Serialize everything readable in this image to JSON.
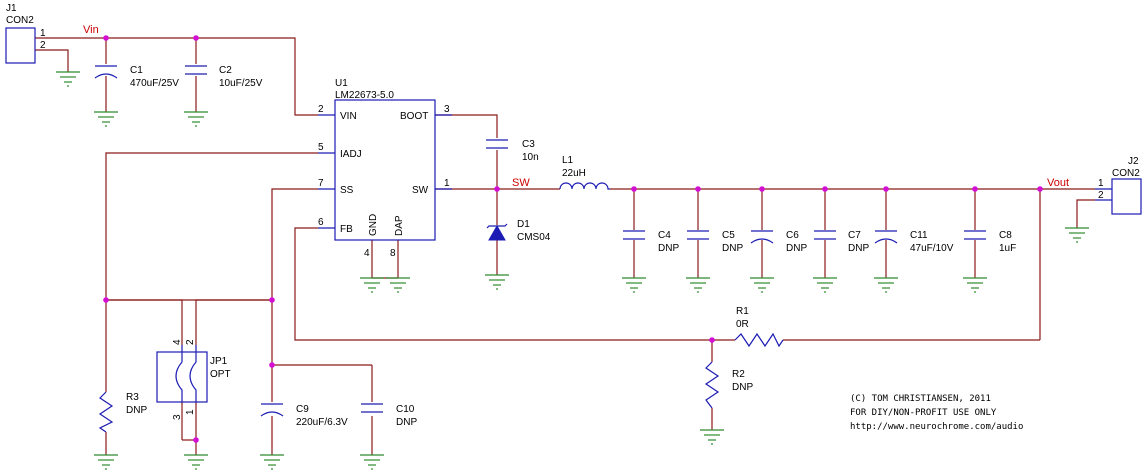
{
  "nets": {
    "vin": "Vin",
    "sw": "SW",
    "vout": "Vout"
  },
  "j1": {
    "ref": "J1",
    "value": "CON2",
    "pin1": "1",
    "pin2": "2"
  },
  "j2": {
    "ref": "J2",
    "value": "CON2",
    "pin1": "1",
    "pin2": "2"
  },
  "u1": {
    "ref": "U1",
    "value": "LM22673-5.0",
    "pins": {
      "vin": "VIN",
      "boot": "BOOT",
      "iadj": "IADJ",
      "ss": "SS",
      "sw": "SW",
      "fb": "FB",
      "gnd": "GND",
      "dap": "DAP"
    },
    "pin_numbers": {
      "vin": "2",
      "boot": "3",
      "iadj": "5",
      "ss": "7",
      "sw": "1",
      "fb": "6",
      "gnd": "4",
      "dap": "8"
    }
  },
  "c1": {
    "ref": "C1",
    "value": "470uF/25V"
  },
  "c2": {
    "ref": "C2",
    "value": "10uF/25V"
  },
  "c3": {
    "ref": "C3",
    "value": "10n"
  },
  "d1": {
    "ref": "D1",
    "value": "CMS04"
  },
  "l1": {
    "ref": "L1",
    "value": "22uH"
  },
  "c4": {
    "ref": "C4",
    "value": "DNP"
  },
  "c5": {
    "ref": "C5",
    "value": "DNP"
  },
  "c6": {
    "ref": "C6",
    "value": "DNP"
  },
  "c7": {
    "ref": "C7",
    "value": "DNP"
  },
  "c11": {
    "ref": "C11",
    "value": "47uF/10V"
  },
  "c8": {
    "ref": "C8",
    "value": "1uF"
  },
  "r1": {
    "ref": "R1",
    "value": "0R"
  },
  "r2": {
    "ref": "R2",
    "value": "DNP"
  },
  "r3": {
    "ref": "R3",
    "value": "DNP"
  },
  "jp1": {
    "ref": "JP1",
    "value": "OPT",
    "pin1": "1",
    "pin2": "2",
    "pin3": "3",
    "pin4": "4"
  },
  "c9": {
    "ref": "C9",
    "value": "220uF/6.3V"
  },
  "c10": {
    "ref": "C10",
    "value": "DNP"
  },
  "credits": {
    "line1": "(C) TOM CHRISTIANSEN, 2011",
    "line2": "FOR DIY/NON-PROFIT USE ONLY",
    "line3": "http://www.neurochrome.com/audio"
  },
  "colors": {
    "wire": "#8b1a1a",
    "part": "#1c1cb4",
    "ground": "#2e8b2e",
    "junction": "#d40fd4",
    "net_label": "#cc0000"
  }
}
